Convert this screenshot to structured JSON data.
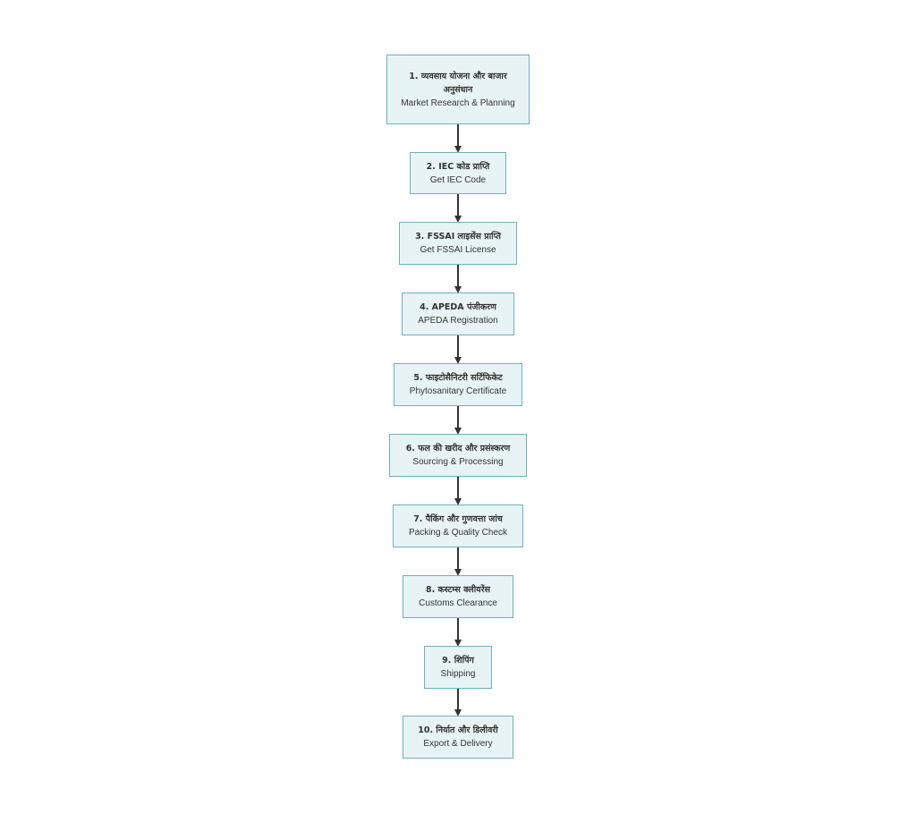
{
  "steps": [
    {
      "hi": "1. व्यवसाय योजना और बाजार अनुसंधान",
      "en": "Market Research & Planning"
    },
    {
      "hi": "2. IEC कोड प्राप्ति",
      "en": "Get IEC Code"
    },
    {
      "hi": "3. FSSAI लाइसेंस प्राप्ति",
      "en": "Get FSSAI License"
    },
    {
      "hi": "4. APEDA पंजीकरण",
      "en": "APEDA Registration"
    },
    {
      "hi": "5. फाइटोसैनिटरी सर्टिफिकेट",
      "en": "Phytosanitary Certificate"
    },
    {
      "hi": "6. फल की खरीद और प्रसंस्करण",
      "en": "Sourcing & Processing"
    },
    {
      "hi": "7. पैकिंग और गुणवत्ता जांच",
      "en": "Packing & Quality Check"
    },
    {
      "hi": "8. कस्टम्स क्लीयरेंस",
      "en": "Customs Clearance"
    },
    {
      "hi": "9. शिपिंग",
      "en": "Shipping"
    },
    {
      "hi": "10. निर्यात और डिलीवरी",
      "en": "Export & Delivery"
    }
  ],
  "colors": {
    "node_fill": "#e8f3f5",
    "node_border": "#6fb0bf",
    "edge": "#333333",
    "text": "#333333"
  }
}
